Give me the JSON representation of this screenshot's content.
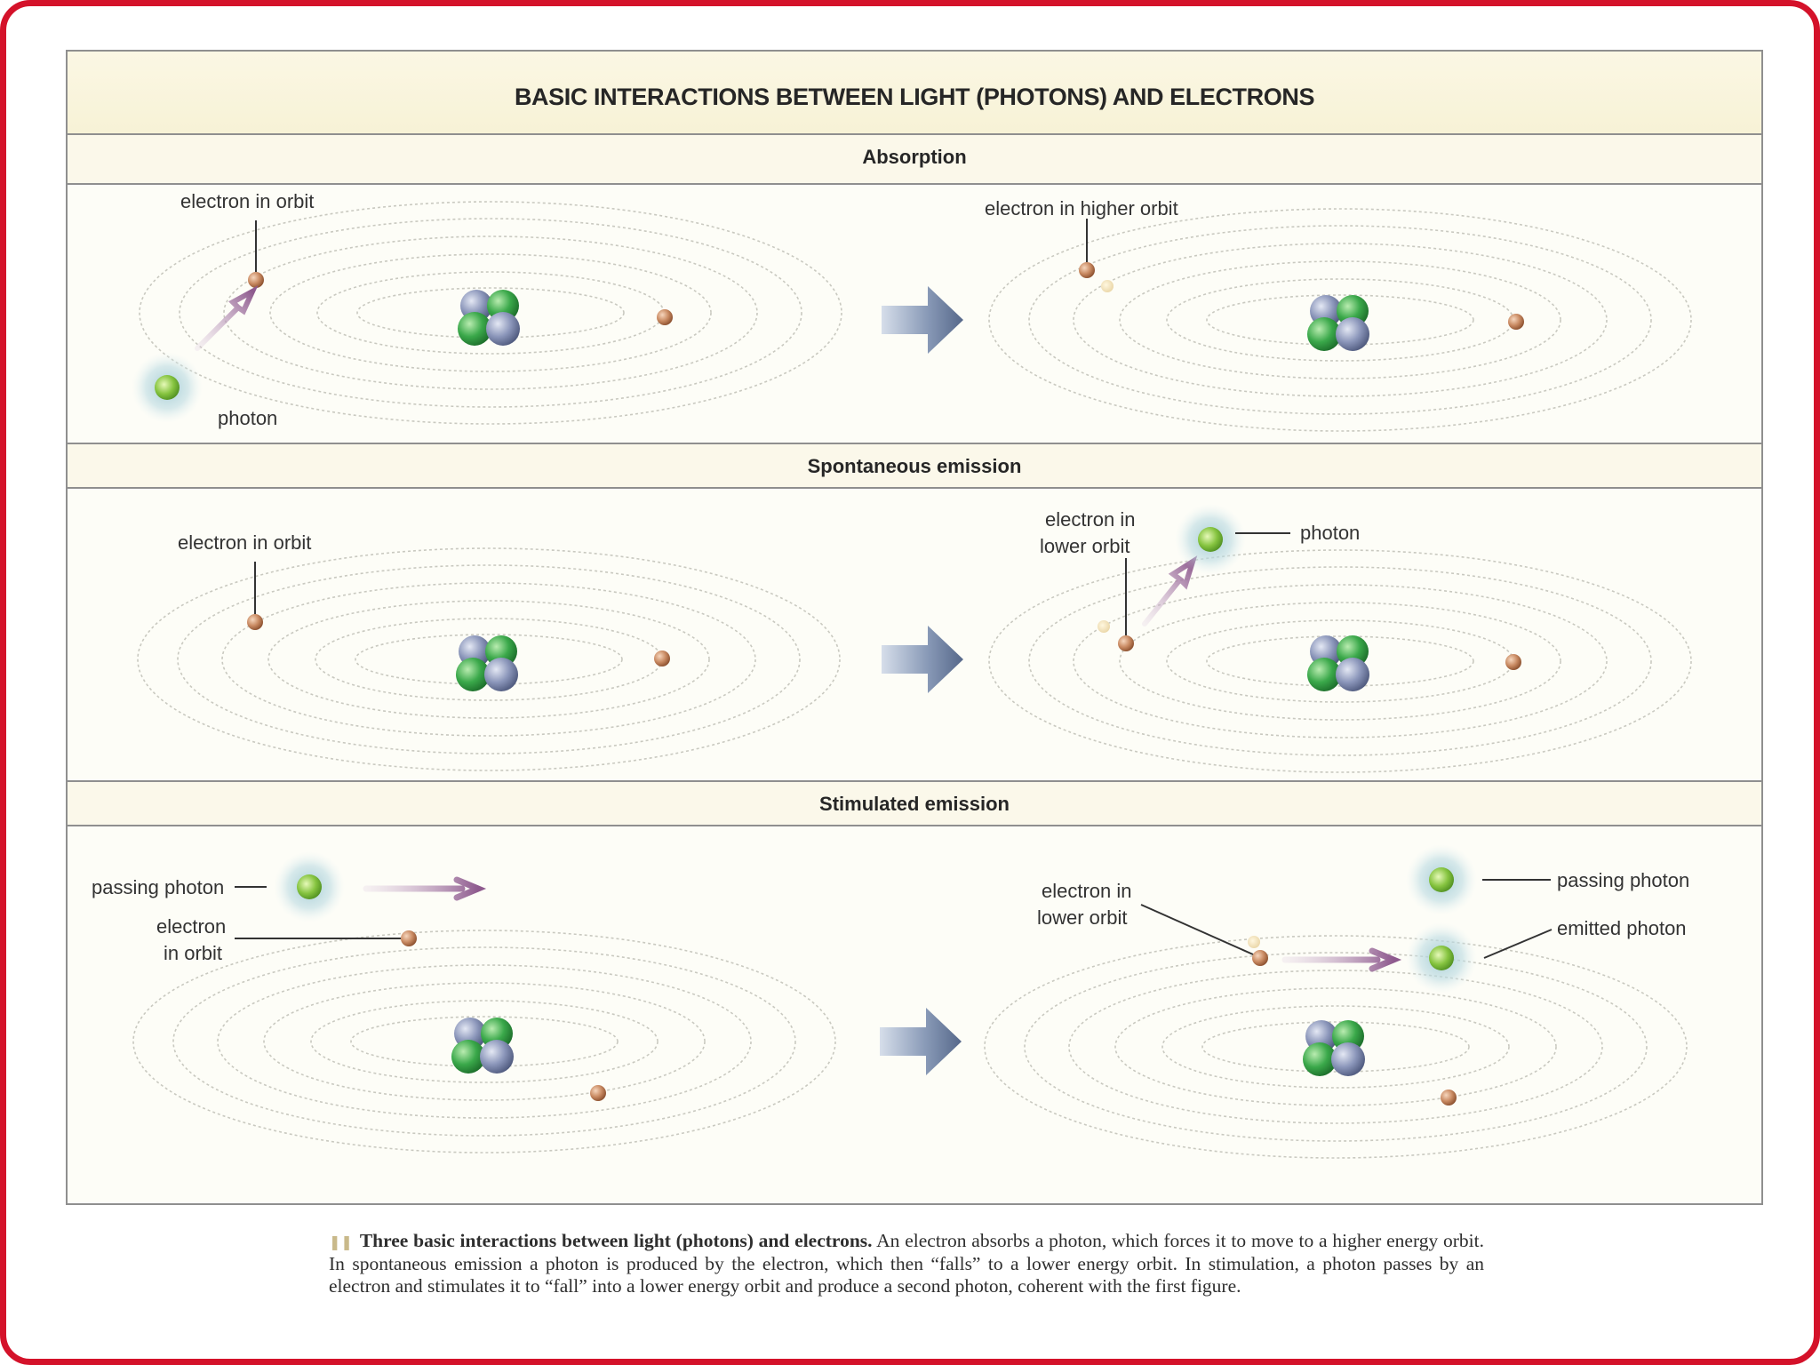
{
  "title": "BASIC INTERACTIONS BETWEEN LIGHT (PHOTONS) AND ELECTRONS",
  "sections": [
    {
      "heading": "Absorption",
      "labels": {
        "electron_in_orbit": "electron in orbit",
        "photon": "photon",
        "electron_in_higher_orbit": "electron in higher orbit"
      }
    },
    {
      "heading": "Spontaneous emission",
      "labels": {
        "electron_in_orbit": "electron in orbit",
        "electron_in_lower_orbit_line1": "electron in",
        "electron_in_lower_orbit_line2": "lower orbit",
        "photon": "photon"
      }
    },
    {
      "heading": "Stimulated emission",
      "labels": {
        "passing_photon": "passing photon",
        "electron_in_orbit_line1": "electron",
        "electron_in_orbit_line2": "in orbit",
        "electron_in_lower_orbit_line1": "electron in",
        "electron_in_lower_orbit_line2": "lower orbit",
        "passing_photon_right": "passing photon",
        "emitted_photon": "emitted photon"
      }
    }
  ],
  "caption": {
    "lead": "Three basic interactions between light (photons) and electrons.",
    "body": "An electron absorbs a photon, which forces it to move to a higher energy orbit. In spontaneous emission a photon is produced by the electron, which then “falls” to a lower energy orbit. In stimulation, a photon passes by an electron and stimulates it to “fall” into a lower energy orbit and produce a second photon, coherent with the first figure."
  },
  "colors": {
    "frame_border": "#d4122a",
    "photon": "#86c440",
    "photon_glow": "#9fc9d3",
    "electron": "#c98a62",
    "nucleus_green": "#3aa84a",
    "nucleus_blue": "#8b96ba",
    "direction_arrow": "#8a9bb8",
    "motion_arrow": "#9a6a9a"
  }
}
